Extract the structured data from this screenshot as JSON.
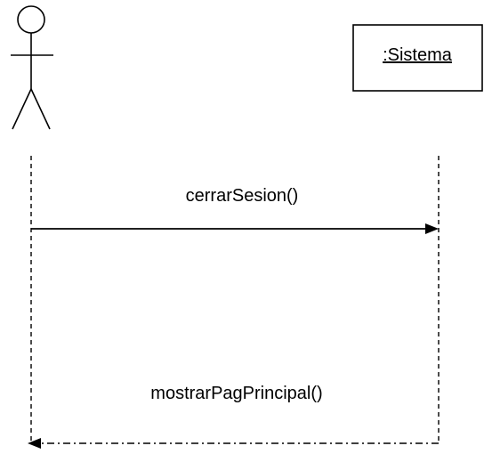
{
  "diagram": {
    "type": "sequence",
    "line_color": "#000000",
    "background": "#ffffff",
    "participants": [
      {
        "kind": "actor",
        "label": ""
      },
      {
        "kind": "object",
        "label": ":Sistema"
      }
    ],
    "messages": [
      {
        "from": 0,
        "to": 1,
        "label": "cerrarSesion()",
        "style": "synchronous"
      },
      {
        "from": 1,
        "to": 0,
        "label": "mostrarPagPrincipal()",
        "style": "return"
      }
    ]
  }
}
